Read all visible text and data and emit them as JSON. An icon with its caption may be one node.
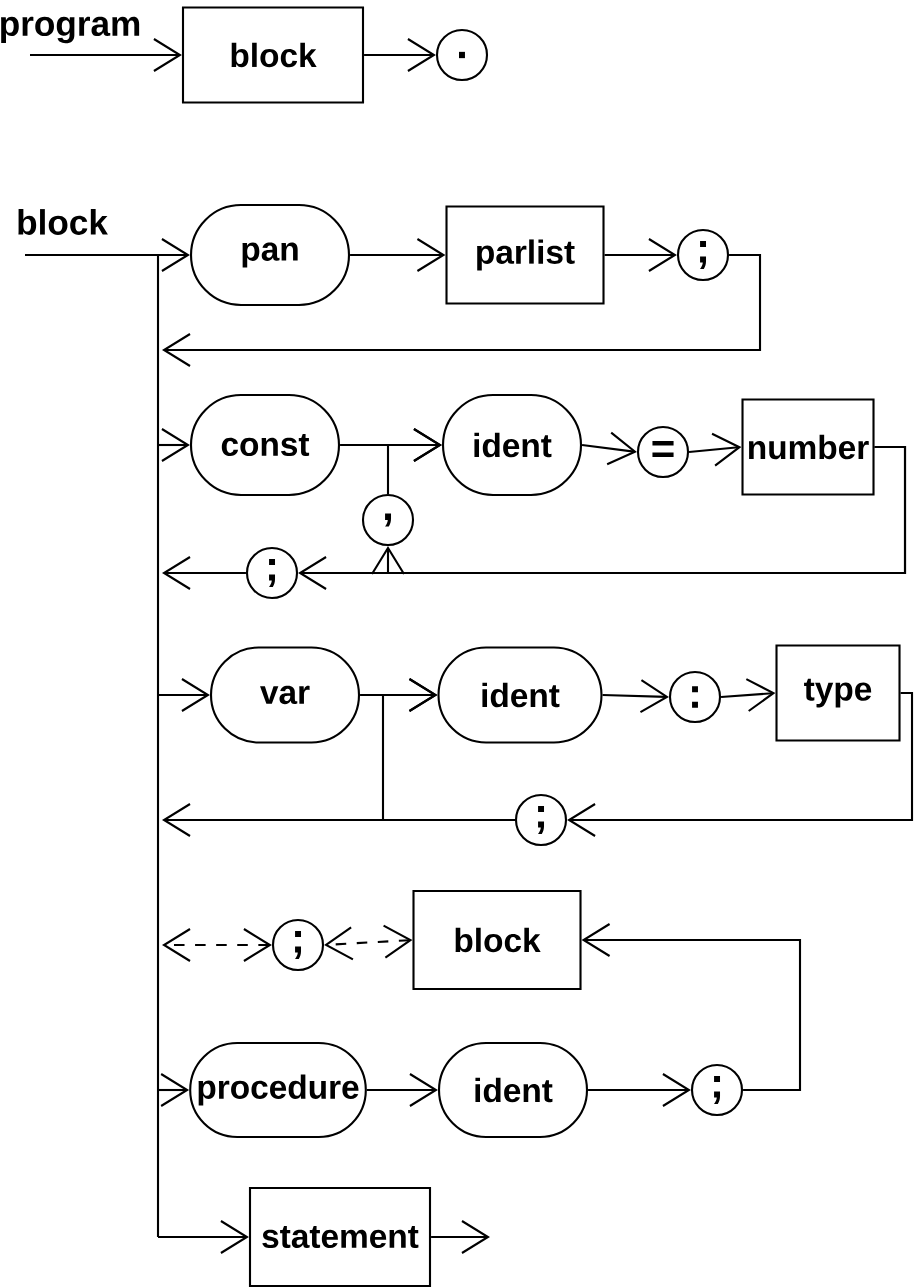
{
  "diagram": {
    "nodes": [
      {
        "text": [
          "block"
        ]
      },
      {
        "text": [
          "."
        ]
      },
      {
        "text": [
          "pan"
        ]
      },
      {
        "text": [
          "parlist"
        ]
      },
      {
        "text": [
          ";"
        ]
      },
      {
        "text": [
          "const"
        ]
      },
      {
        "text": [
          "ident"
        ]
      },
      {
        "text": [
          "="
        ]
      },
      {
        "text": [
          "number"
        ]
      },
      {
        "text": [
          ","
        ]
      },
      {
        "text": [
          ";"
        ]
      },
      {
        "text": [
          "var"
        ]
      },
      {
        "text": [
          "ident"
        ]
      },
      {
        "text": [
          ":"
        ]
      },
      {
        "text": [
          "type"
        ]
      },
      {
        "text": [
          ";"
        ]
      },
      {
        "text": [
          ";"
        ]
      },
      {
        "text": [
          "block"
        ]
      },
      {
        "text": [
          "procedure"
        ]
      },
      {
        "text": [
          "ident"
        ]
      },
      {
        "text": [
          ";"
        ]
      },
      {
        "text": [
          "statement"
        ]
      }
    ],
    "edges": [
      {
        "from": null,
        "to": 0,
        "arrow": "to"
      },
      {
        "from": 0,
        "to": 1,
        "arrow": "to"
      },
      {
        "from": null,
        "to": 2,
        "arrow": "to"
      },
      {
        "from": 2,
        "to": 3,
        "arrow": "to"
      },
      {
        "from": 3,
        "to": 4,
        "arrow": "to"
      },
      {
        "from": 4,
        "to": null,
        "arrow": "to"
      },
      {
        "from": null,
        "to": 5,
        "arrow": "to"
      },
      {
        "from": 5,
        "to": 6,
        "arrow": "to"
      },
      {
        "from": 6,
        "to": 7,
        "arrow": "to"
      },
      {
        "from": 7,
        "to": 8,
        "arrow": "to"
      },
      {
        "from": 8,
        "to": 10,
        "arrow": "to"
      },
      {
        "from": 8,
        "to": 9,
        "arrow": "to"
      },
      {
        "from": 9,
        "to": 6,
        "arrow": "to"
      },
      {
        "from": 10,
        "to": null,
        "arrow": "to"
      },
      {
        "from": null,
        "to": 11,
        "arrow": "to"
      },
      {
        "from": 11,
        "to": 12,
        "arrow": "to"
      },
      {
        "from": 12,
        "to": 13,
        "arrow": "to"
      },
      {
        "from": 13,
        "to": 14,
        "arrow": "to"
      },
      {
        "from": 14,
        "to": 15,
        "arrow": "to"
      },
      {
        "from": 15,
        "to": null,
        "arrow": "to"
      },
      {
        "from": 15,
        "to": 12,
        "arrow": "to"
      },
      {
        "from": null,
        "to": 18,
        "arrow": "to"
      },
      {
        "from": 18,
        "to": 19,
        "arrow": "to"
      },
      {
        "from": 19,
        "to": 20,
        "arrow": "to"
      },
      {
        "from": 20,
        "to": 17,
        "arrow": "to"
      },
      {
        "from": 17,
        "to": 16,
        "arrow": "both",
        "style": "dashed"
      },
      {
        "from": 16,
        "to": null,
        "arrow": "both",
        "style": "dashed"
      },
      {
        "from": null,
        "to": 21,
        "arrow": "to"
      },
      {
        "from": 21,
        "to": null,
        "arrow": "to"
      }
    ],
    "labels": [
      "program",
      "block"
    ]
  }
}
